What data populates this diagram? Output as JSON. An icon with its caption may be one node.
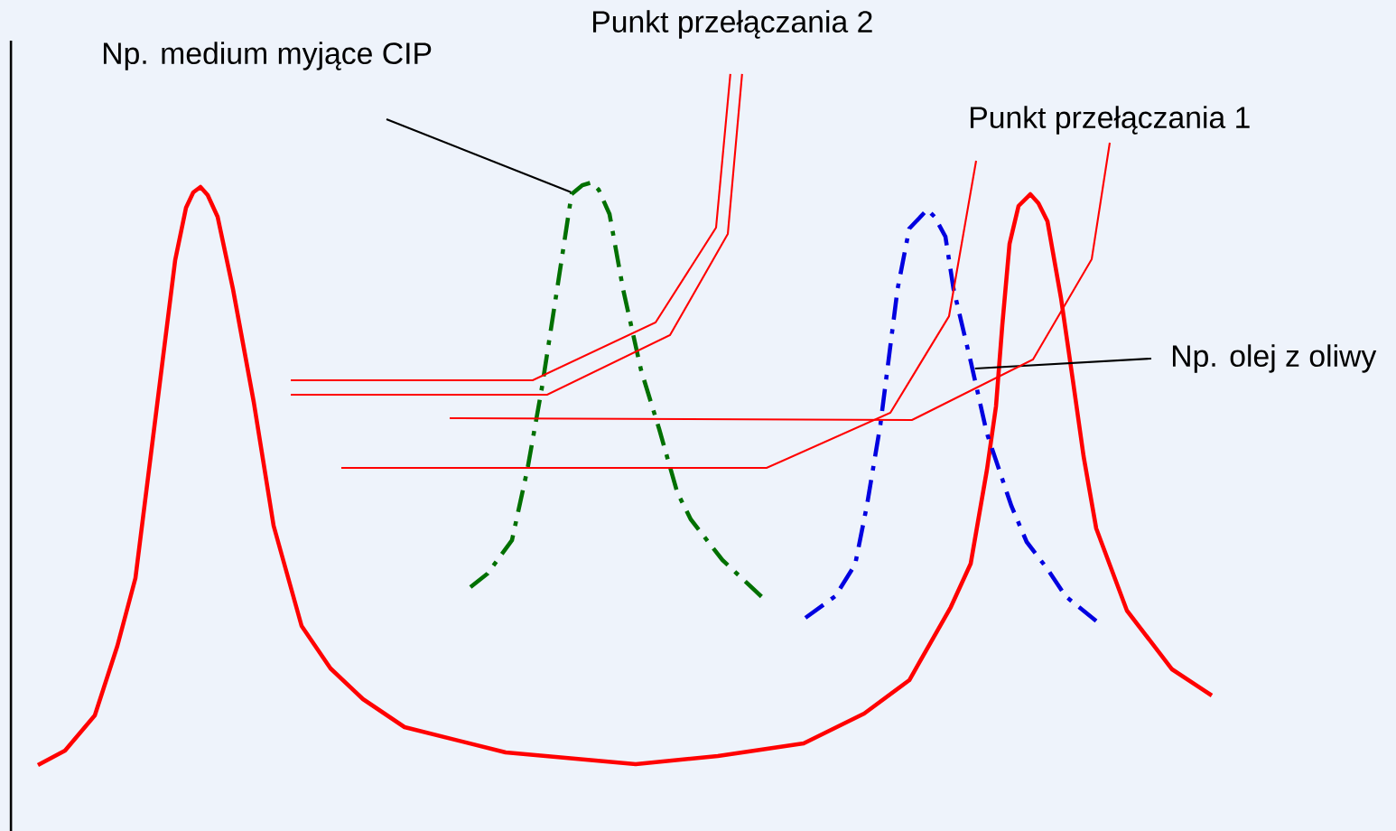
{
  "diagram": {
    "nodes": [
      {
        "text": [
          "Np. medium myjące CIP"
        ]
      },
      {
        "text": [
          "Punkt przełączania 2"
        ]
      },
      {
        "text": [
          "Punkt przełączania 1"
        ]
      },
      {
        "text": [
          "Np. olej z oliwy"
        ]
      },
      {
        "text": [],
        "shape": "picture"
      },
      {
        "text": [],
        "shape": "picture"
      }
    ],
    "edges": [
      {
        "from": 0,
        "to": 4,
        "arrow": "none",
        "color": "#000000"
      },
      {
        "from": 3,
        "to": 5,
        "arrow": "none",
        "color": "#000000"
      },
      {
        "from": 1,
        "to": null,
        "arrow": "none"
      },
      {
        "from": 1,
        "to": null,
        "arrow": "none"
      },
      {
        "from": 2,
        "to": null,
        "arrow": "none"
      },
      {
        "from": 2,
        "to": null,
        "arrow": "none"
      }
    ]
  }
}
